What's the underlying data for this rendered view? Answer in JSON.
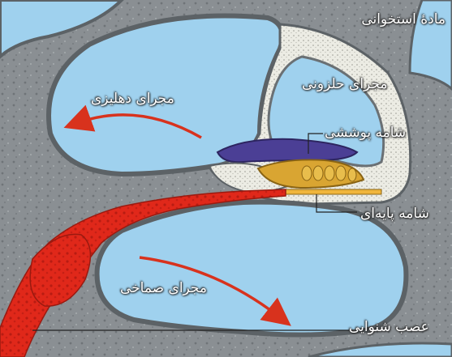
{
  "labels": {
    "bony_matter": "مادهٔ استخوانی",
    "vestibular_duct": "مجرای دهلیزی",
    "cochlear_duct": "مجرای حلزونی",
    "tectorial_membrane": "شامه پوششی",
    "basilar_membrane": "شامه پایه‌ای",
    "tympanic_duct": "مجرای صماخی",
    "auditory_nerve": "عصب شنوایی"
  },
  "colors": {
    "bone": "#8a8f93",
    "fluid": "#9fd1ee",
    "duct_wall": "#e8e8e0",
    "tectorial": "#4b3f95",
    "hair_cells": "#d9a532",
    "nerve": "#e0281a",
    "arrow": "#d8321d"
  }
}
